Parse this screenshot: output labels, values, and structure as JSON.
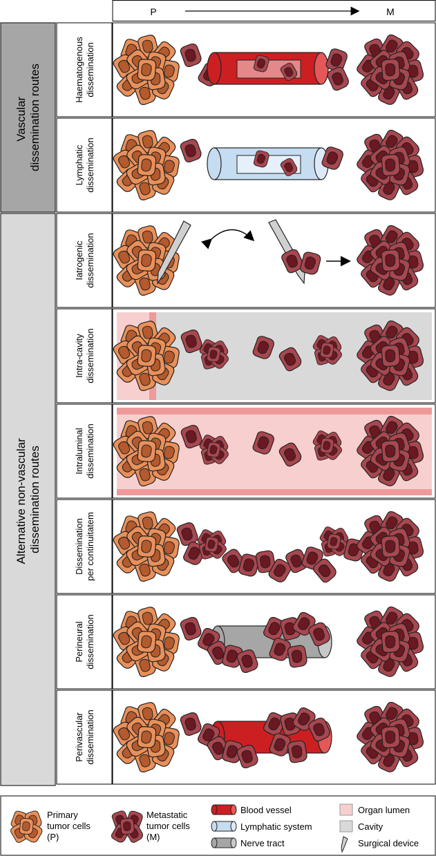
{
  "header": {
    "left": "P",
    "right": "M"
  },
  "groups": {
    "vascular": [
      "Vascular",
      "dissemination routes"
    ],
    "nonvascular": [
      "Alternative non-vascular",
      "dissemination routes"
    ]
  },
  "rows": [
    {
      "id": "haematogenous",
      "label": [
        "Haematogenous",
        "dissemination"
      ]
    },
    {
      "id": "lymphatic",
      "label": [
        "Lymphatic",
        "dissemination"
      ]
    },
    {
      "id": "iatrogenic",
      "label": [
        "Iatrogenic",
        "dissemination"
      ]
    },
    {
      "id": "intracavity",
      "label": [
        "Intra-cavity",
        "dissemination"
      ]
    },
    {
      "id": "intraluminal",
      "label": [
        "Intraluminal",
        "dissemination"
      ]
    },
    {
      "id": "continuitatem",
      "label": [
        "Dissemination",
        "per continuitatem"
      ]
    },
    {
      "id": "perineural",
      "label": [
        "Perineural",
        "dissemination"
      ]
    },
    {
      "id": "perivascular",
      "label": [
        "Perivascular",
        "dissemination"
      ]
    }
  ],
  "legend": {
    "primary": [
      "Primary",
      "tumor cells",
      "(P)"
    ],
    "metastatic": [
      "Metastatic",
      "tumor cells",
      "(M)"
    ],
    "blood_vessel": "Blood vessel",
    "lymphatic_system": "Lymphatic system",
    "nerve_tract": "Nerve tract",
    "organ_lumen": "Organ lumen",
    "cavity": "Cavity",
    "surgical_device": "Surgical device"
  },
  "colors": {
    "primary_cell": "#e9905a",
    "primary_nucleus": "#b35a2e",
    "metastatic_cell": "#a8474f",
    "metastatic_nucleus": "#6a1822",
    "blood_vessel": "#cc1f22",
    "lymphatic": "#c6dcf0",
    "nerve": "#a6a6a6",
    "organ_lumen": "#f7cfcf",
    "organ_wall": "#ef9a9a",
    "cavity": "#d9d9d9",
    "group_vascular": "#a6a6a6",
    "group_nonvascular": "#d9d9d9"
  }
}
